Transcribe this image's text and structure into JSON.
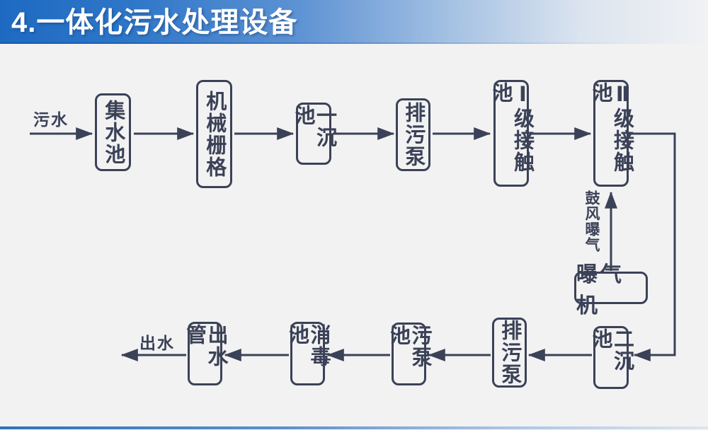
{
  "title": "4.一体化污水处理设备",
  "colors": {
    "header_blue": "#1e6ac2",
    "line_dark_slate": "#3b4257",
    "background": "#f2f2f3",
    "bottom_bar_blue": "#2e73b7"
  },
  "flow": {
    "inflow_label": "污水",
    "outflow_label": "出水",
    "aeration_label": "鼓风曝气",
    "nodes": {
      "collection_tank": "集水池",
      "mechanical_grid": "机械栅格",
      "primary_sedimentation": "一沉池",
      "sewage_pump_1": "排污泵",
      "contact_tank_1": "Ⅰ级接触池",
      "contact_tank_2": "Ⅱ级接触池",
      "aerator": "曝气机",
      "secondary_sedimentation": "二沉池",
      "sewage_pump_2": "排污泵",
      "sludge_pump_tank": "污泵池",
      "disinfection_tank": "消毒池",
      "outlet_pipe": "出水管"
    }
  }
}
